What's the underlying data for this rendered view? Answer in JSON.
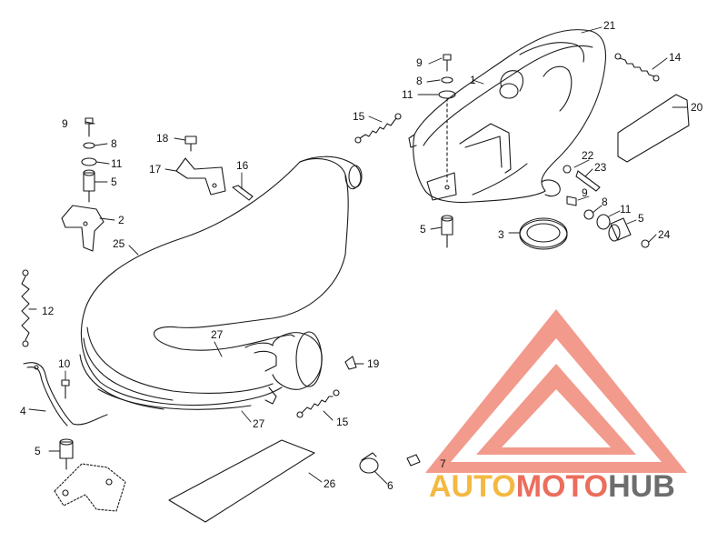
{
  "callouts": [
    {
      "id": "c21",
      "text": "21"
    },
    {
      "id": "c14",
      "text": "14"
    },
    {
      "id": "c20",
      "text": "20"
    },
    {
      "id": "c9a",
      "text": "9"
    },
    {
      "id": "c8a",
      "text": "8"
    },
    {
      "id": "c11a",
      "text": "11"
    },
    {
      "id": "c1",
      "text": "1"
    },
    {
      "id": "c15a",
      "text": "15"
    },
    {
      "id": "c9b",
      "text": "9"
    },
    {
      "id": "c8b",
      "text": "8"
    },
    {
      "id": "c11b",
      "text": "11"
    },
    {
      "id": "c5a",
      "text": "5"
    },
    {
      "id": "c2",
      "text": "2"
    },
    {
      "id": "c18",
      "text": "18"
    },
    {
      "id": "c17",
      "text": "17"
    },
    {
      "id": "c16",
      "text": "16"
    },
    {
      "id": "c25",
      "text": "25"
    },
    {
      "id": "c22",
      "text": "22"
    },
    {
      "id": "c23",
      "text": "23"
    },
    {
      "id": "c9c",
      "text": "9"
    },
    {
      "id": "c8c",
      "text": "8"
    },
    {
      "id": "c11c",
      "text": "11"
    },
    {
      "id": "c5b",
      "text": "5"
    },
    {
      "id": "c24",
      "text": "24"
    },
    {
      "id": "c5c",
      "text": "5"
    },
    {
      "id": "c3",
      "text": "3"
    },
    {
      "id": "c12",
      "text": "12"
    },
    {
      "id": "c27a",
      "text": "27"
    },
    {
      "id": "c19",
      "text": "19"
    },
    {
      "id": "c10",
      "text": "10"
    },
    {
      "id": "c4",
      "text": "4"
    },
    {
      "id": "c15b",
      "text": "15"
    },
    {
      "id": "c27b",
      "text": "27"
    },
    {
      "id": "c5d",
      "text": "5"
    },
    {
      "id": "c7",
      "text": "7"
    },
    {
      "id": "c26",
      "text": "26"
    },
    {
      "id": "c6",
      "text": "6"
    }
  ],
  "watermark": {
    "part1": "AUTO",
    "part2": "MOTO",
    "part3": "HUB",
    "color_orange": "#f4b942",
    "color_red": "#ec6d5c",
    "color_gray": "#6d6d6d",
    "logo_color": "#f08878"
  }
}
